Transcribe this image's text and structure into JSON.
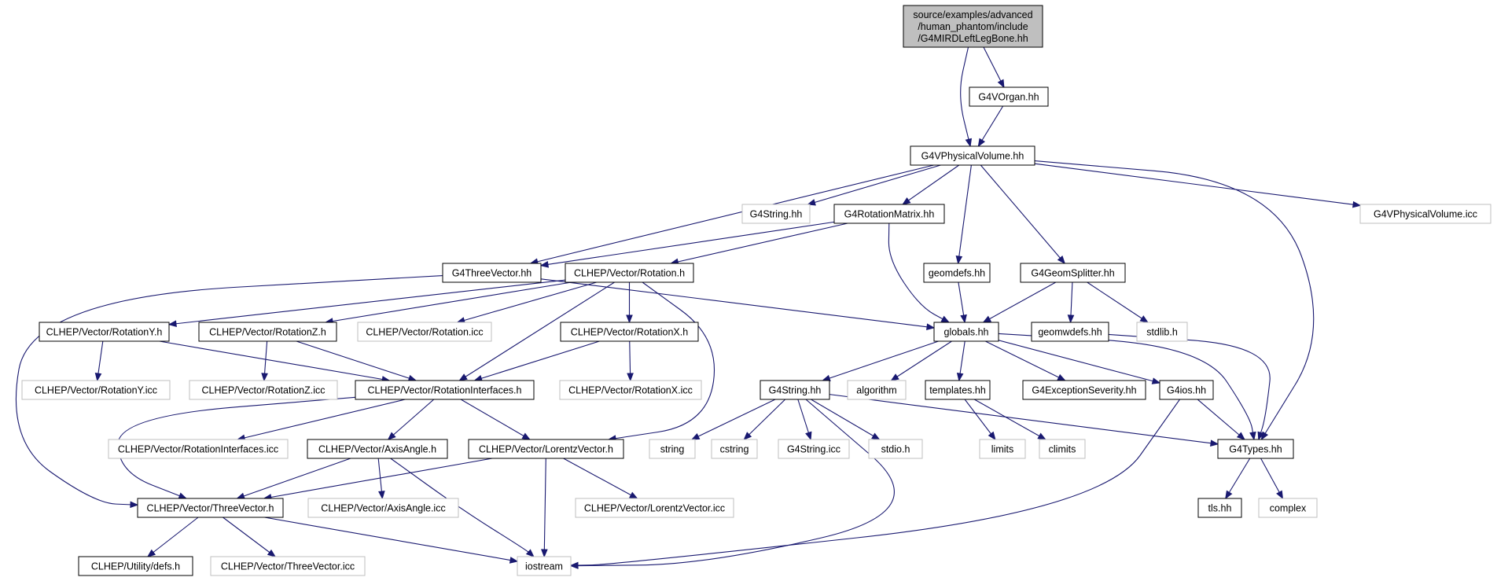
{
  "colors": {
    "edge": "#191970",
    "root_fill": "#bfbfbf",
    "root_stroke": "#000000",
    "documented_stroke": "#000000",
    "external_stroke": "#bfbfbf",
    "node_fill": "#ffffff"
  },
  "nodes": [
    {
      "id": "root",
      "kind": "root",
      "lines": [
        "source/examples/advanced",
        "/human_phantom/include",
        "/G4MIRDLeftLegBone.hh"
      ]
    },
    {
      "id": "g4vorgan",
      "kind": "documented",
      "lines": [
        "G4VOrgan.hh"
      ]
    },
    {
      "id": "g4vpv",
      "kind": "documented",
      "lines": [
        "G4VPhysicalVolume.hh"
      ]
    },
    {
      "id": "g4string_ext",
      "kind": "external",
      "lines": [
        "G4String.hh"
      ]
    },
    {
      "id": "g4rotmat",
      "kind": "documented",
      "lines": [
        "G4RotationMatrix.hh"
      ]
    },
    {
      "id": "g4vpv_icc",
      "kind": "external",
      "lines": [
        "G4VPhysicalVolume.icc"
      ]
    },
    {
      "id": "g4threevec",
      "kind": "documented",
      "lines": [
        "G4ThreeVector.hh"
      ]
    },
    {
      "id": "rotation_h",
      "kind": "documented",
      "lines": [
        "CLHEP/Vector/Rotation.h"
      ]
    },
    {
      "id": "geomdefs",
      "kind": "documented",
      "lines": [
        "geomdefs.hh"
      ]
    },
    {
      "id": "geomsplitter",
      "kind": "documented",
      "lines": [
        "G4GeomSplitter.hh"
      ]
    },
    {
      "id": "rotationY_h",
      "kind": "documented",
      "lines": [
        "CLHEP/Vector/RotationY.h"
      ]
    },
    {
      "id": "rotationZ_h",
      "kind": "documented",
      "lines": [
        "CLHEP/Vector/RotationZ.h"
      ]
    },
    {
      "id": "rotation_icc",
      "kind": "external",
      "lines": [
        "CLHEP/Vector/Rotation.icc"
      ]
    },
    {
      "id": "rotationX_h",
      "kind": "documented",
      "lines": [
        "CLHEP/Vector/RotationX.h"
      ]
    },
    {
      "id": "globals",
      "kind": "documented",
      "lines": [
        "globals.hh"
      ]
    },
    {
      "id": "geomwdefs",
      "kind": "documented",
      "lines": [
        "geomwdefs.hh"
      ]
    },
    {
      "id": "stdlib",
      "kind": "external",
      "lines": [
        "stdlib.h"
      ]
    },
    {
      "id": "rotationY_icc",
      "kind": "external",
      "lines": [
        "CLHEP/Vector/RotationY.icc"
      ]
    },
    {
      "id": "rotationZ_icc",
      "kind": "external",
      "lines": [
        "CLHEP/Vector/RotationZ.icc"
      ]
    },
    {
      "id": "rotint_h",
      "kind": "documented",
      "lines": [
        "CLHEP/Vector/RotationInterfaces.h"
      ]
    },
    {
      "id": "rotationX_icc",
      "kind": "external",
      "lines": [
        "CLHEP/Vector/RotationX.icc"
      ]
    },
    {
      "id": "g4string",
      "kind": "documented",
      "lines": [
        "G4String.hh"
      ]
    },
    {
      "id": "algorithm",
      "kind": "external",
      "lines": [
        "algorithm"
      ]
    },
    {
      "id": "templates",
      "kind": "documented",
      "lines": [
        "templates.hh"
      ]
    },
    {
      "id": "g4excsev",
      "kind": "documented",
      "lines": [
        "G4ExceptionSeverity.hh"
      ]
    },
    {
      "id": "g4ios",
      "kind": "documented",
      "lines": [
        "G4ios.hh"
      ]
    },
    {
      "id": "rotint_icc",
      "kind": "external",
      "lines": [
        "CLHEP/Vector/RotationInterfaces.icc"
      ]
    },
    {
      "id": "axisangle_h",
      "kind": "documented",
      "lines": [
        "CLHEP/Vector/AxisAngle.h"
      ]
    },
    {
      "id": "lorentz_h",
      "kind": "documented",
      "lines": [
        "CLHEP/Vector/LorentzVector.h"
      ]
    },
    {
      "id": "string",
      "kind": "external",
      "lines": [
        "string"
      ]
    },
    {
      "id": "cstring",
      "kind": "external",
      "lines": [
        "cstring"
      ]
    },
    {
      "id": "g4string_icc",
      "kind": "external",
      "lines": [
        "G4String.icc"
      ]
    },
    {
      "id": "stdio",
      "kind": "external",
      "lines": [
        "stdio.h"
      ]
    },
    {
      "id": "limits",
      "kind": "external",
      "lines": [
        "limits"
      ]
    },
    {
      "id": "climits",
      "kind": "external",
      "lines": [
        "climits"
      ]
    },
    {
      "id": "g4types",
      "kind": "documented",
      "lines": [
        "G4Types.hh"
      ]
    },
    {
      "id": "threevec_h",
      "kind": "documented",
      "lines": [
        "CLHEP/Vector/ThreeVector.h"
      ]
    },
    {
      "id": "axisangle_icc",
      "kind": "external",
      "lines": [
        "CLHEP/Vector/AxisAngle.icc"
      ]
    },
    {
      "id": "lorentz_icc",
      "kind": "external",
      "lines": [
        "CLHEP/Vector/LorentzVector.icc"
      ]
    },
    {
      "id": "tls",
      "kind": "documented",
      "lines": [
        "tls.hh"
      ]
    },
    {
      "id": "complex",
      "kind": "external",
      "lines": [
        "complex"
      ]
    },
    {
      "id": "defs_h",
      "kind": "documented",
      "lines": [
        "CLHEP/Utility/defs.h"
      ]
    },
    {
      "id": "threevec_icc",
      "kind": "external",
      "lines": [
        "CLHEP/Vector/ThreeVector.icc"
      ]
    },
    {
      "id": "iostream",
      "kind": "external",
      "lines": [
        "iostream"
      ]
    }
  ],
  "edges": [
    [
      "root",
      "g4vorgan"
    ],
    [
      "root",
      "g4vpv"
    ],
    [
      "g4vorgan",
      "g4vpv"
    ],
    [
      "g4vpv",
      "g4string_ext"
    ],
    [
      "g4vpv",
      "g4rotmat"
    ],
    [
      "g4vpv",
      "g4vpv_icc"
    ],
    [
      "g4vpv",
      "g4threevec"
    ],
    [
      "g4vpv",
      "geomdefs"
    ],
    [
      "g4vpv",
      "geomsplitter"
    ],
    [
      "g4vpv",
      "g4types"
    ],
    [
      "g4rotmat",
      "g4threevec"
    ],
    [
      "g4rotmat",
      "rotation_h"
    ],
    [
      "g4rotmat",
      "globals"
    ],
    [
      "g4threevec",
      "globals"
    ],
    [
      "g4threevec",
      "threevec_h"
    ],
    [
      "rotation_h",
      "rotationY_h"
    ],
    [
      "rotation_h",
      "rotationZ_h"
    ],
    [
      "rotation_h",
      "rotation_icc"
    ],
    [
      "rotation_h",
      "rotationX_h"
    ],
    [
      "rotation_h",
      "rotint_h"
    ],
    [
      "rotation_h",
      "lorentz_h"
    ],
    [
      "geomdefs",
      "globals"
    ],
    [
      "geomsplitter",
      "globals"
    ],
    [
      "geomsplitter",
      "geomwdefs"
    ],
    [
      "geomsplitter",
      "stdlib"
    ],
    [
      "geomwdefs",
      "g4types"
    ],
    [
      "rotationY_h",
      "rotationY_icc"
    ],
    [
      "rotationY_h",
      "rotint_h"
    ],
    [
      "rotationZ_h",
      "rotationZ_icc"
    ],
    [
      "rotationZ_h",
      "rotint_h"
    ],
    [
      "rotationX_h",
      "rotint_h"
    ],
    [
      "rotationX_h",
      "rotationX_icc"
    ],
    [
      "globals",
      "g4string"
    ],
    [
      "globals",
      "algorithm"
    ],
    [
      "globals",
      "templates"
    ],
    [
      "globals",
      "g4excsev"
    ],
    [
      "globals",
      "g4ios"
    ],
    [
      "globals",
      "g4types"
    ],
    [
      "rotint_h",
      "rotint_icc"
    ],
    [
      "rotint_h",
      "axisangle_h"
    ],
    [
      "rotint_h",
      "lorentz_h"
    ],
    [
      "rotint_h",
      "threevec_h"
    ],
    [
      "g4string",
      "string"
    ],
    [
      "g4string",
      "cstring"
    ],
    [
      "g4string",
      "g4string_icc"
    ],
    [
      "g4string",
      "stdio"
    ],
    [
      "g4string",
      "g4types"
    ],
    [
      "g4string",
      "iostream"
    ],
    [
      "templates",
      "limits"
    ],
    [
      "templates",
      "climits"
    ],
    [
      "g4ios",
      "g4types"
    ],
    [
      "g4ios",
      "iostream"
    ],
    [
      "axisangle_h",
      "threevec_h"
    ],
    [
      "axisangle_h",
      "axisangle_icc"
    ],
    [
      "axisangle_h",
      "iostream"
    ],
    [
      "lorentz_h",
      "threevec_h"
    ],
    [
      "lorentz_h",
      "lorentz_icc"
    ],
    [
      "lorentz_h",
      "iostream"
    ],
    [
      "g4types",
      "tls"
    ],
    [
      "g4types",
      "complex"
    ],
    [
      "threevec_h",
      "defs_h"
    ],
    [
      "threevec_h",
      "threevec_icc"
    ],
    [
      "threevec_h",
      "iostream"
    ]
  ]
}
